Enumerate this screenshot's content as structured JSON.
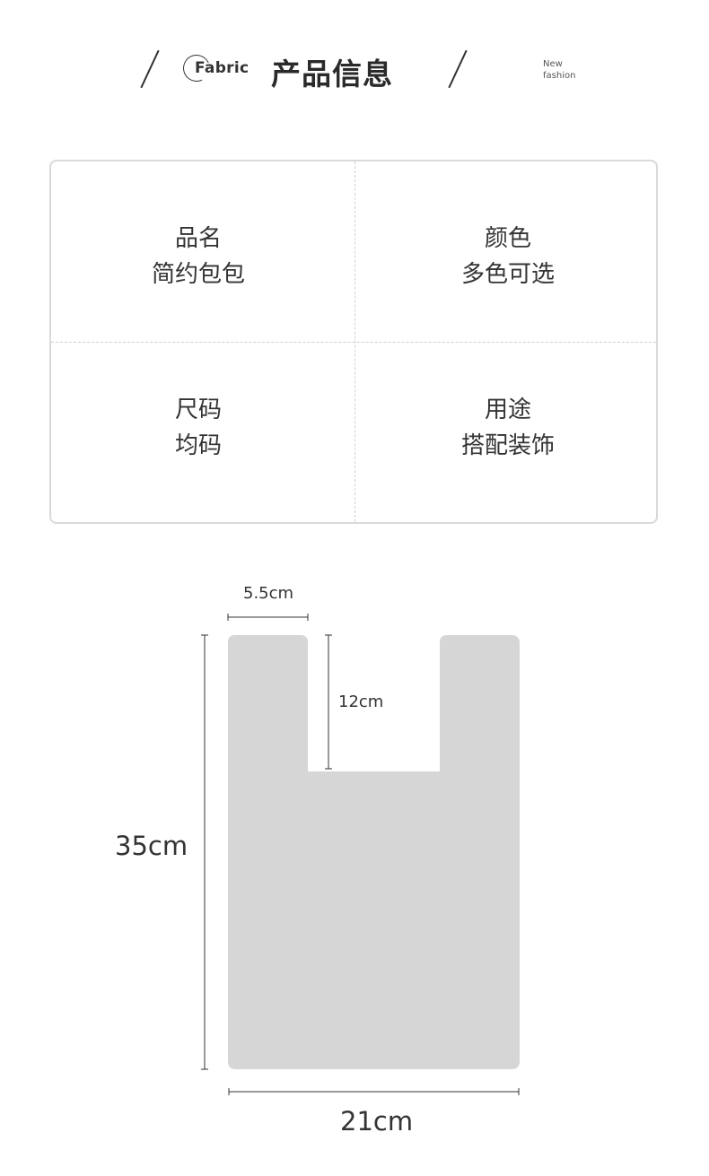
{
  "header": {
    "fabric_label": "Fabric",
    "title": "产品信息",
    "tag_line1": "New",
    "tag_line2": "fashion"
  },
  "info": {
    "cells": [
      {
        "label": "品名",
        "value": "简约包包"
      },
      {
        "label": "颜色",
        "value": "多色可选"
      },
      {
        "label": "尺码",
        "value": "均码"
      },
      {
        "label": "用途",
        "value": "搭配装饰"
      }
    ]
  },
  "diagram": {
    "handle_width": "5.5cm",
    "cutout_depth": "12cm",
    "height": "35cm",
    "width": "21cm",
    "fill_color": "#d6d6d6"
  }
}
